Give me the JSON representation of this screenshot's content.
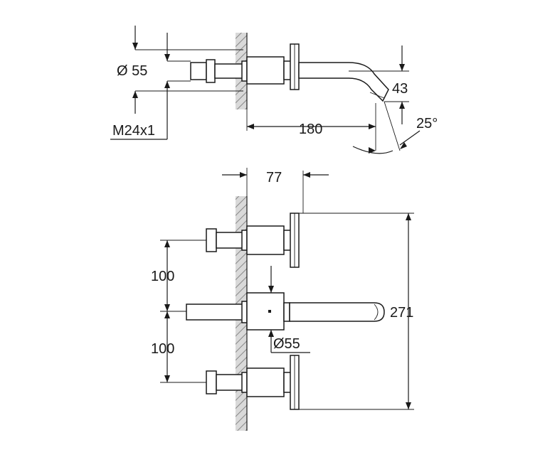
{
  "dimensions": {
    "side_view": {
      "diameter": "Ø 55",
      "thread": "M24x1",
      "spout_length": "180",
      "spout_height": "43",
      "spout_angle": "25°"
    },
    "front_view": {
      "handle_offset": "77",
      "spacing_top": "100",
      "spacing_bottom": "100",
      "total_height": "271",
      "center_diameter": "Ø55"
    }
  }
}
